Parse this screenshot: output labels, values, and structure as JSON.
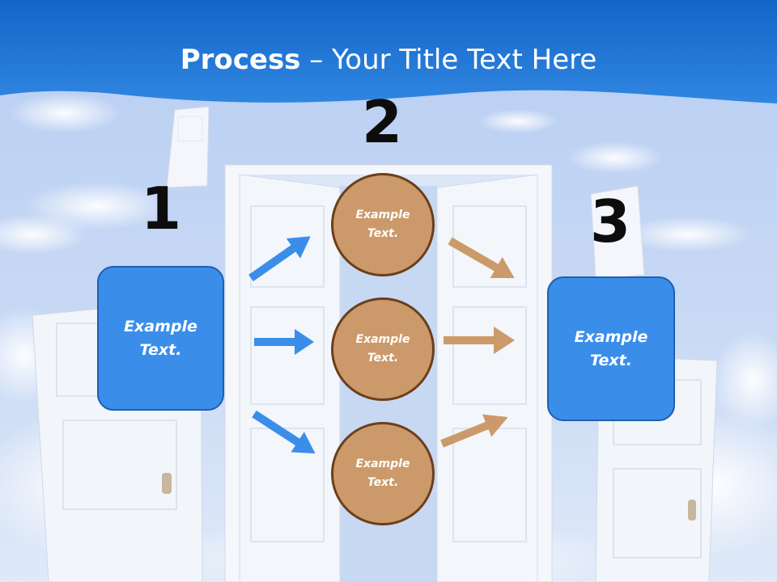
{
  "slide": {
    "title_bold": "Process",
    "title_rest": " – Your Title Text Here",
    "steps": [
      {
        "number": "1",
        "line1": "Example",
        "line2": "Text."
      },
      {
        "number": "2"
      },
      {
        "number": "3",
        "line1": "Example",
        "line2": "Text."
      }
    ],
    "circles": [
      {
        "line1": "Example",
        "line2": "Text."
      },
      {
        "line1": "Example",
        "line2": "Text."
      },
      {
        "line1": "Example",
        "line2": "Text."
      }
    ]
  },
  "colors": {
    "header_blue": "#1f78d6",
    "box_blue": "#3a8eea",
    "arrow_blue": "#3a8eea",
    "circle_fill": "#cc9a6a",
    "circle_border": "#6b3f1a",
    "arrow_brown": "#cc9a6a"
  }
}
